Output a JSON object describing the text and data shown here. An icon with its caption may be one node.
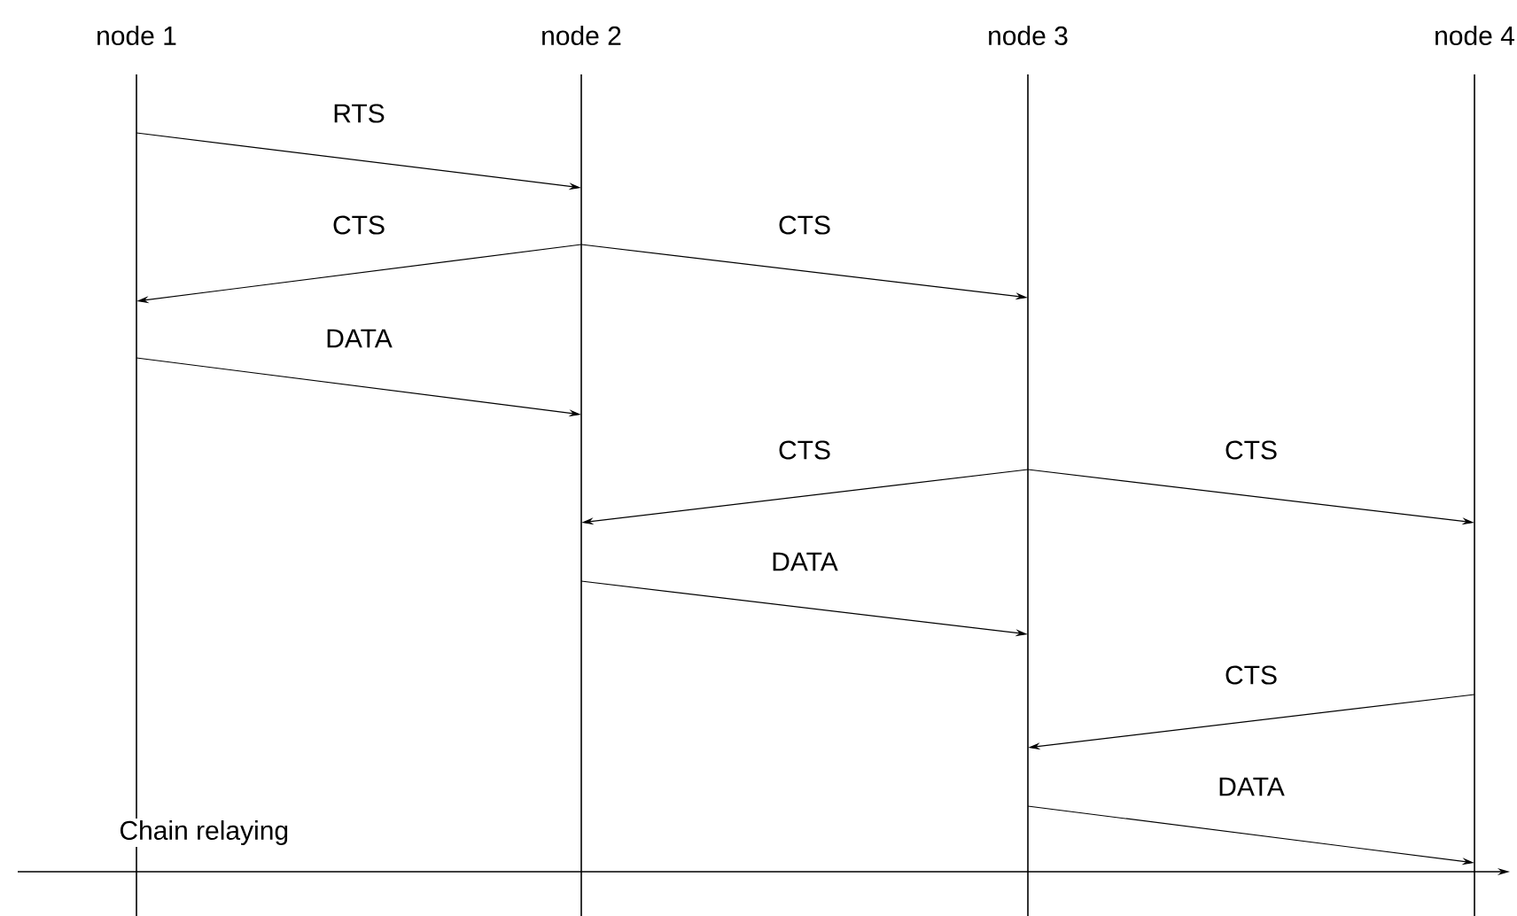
{
  "diagram": {
    "nodes": [
      {
        "text": [
          "node 1"
        ]
      },
      {
        "text": [
          "node 2"
        ]
      },
      {
        "text": [
          "node 3"
        ]
      },
      {
        "text": [
          "node 4"
        ]
      }
    ],
    "edges": [
      {
        "from": 0,
        "to": 1,
        "arrow": "to",
        "label": "RTS"
      },
      {
        "from": 1,
        "to": 0,
        "arrow": "to",
        "label": "CTS"
      },
      {
        "from": 1,
        "to": 2,
        "arrow": "to",
        "label": "CTS"
      },
      {
        "from": 0,
        "to": 1,
        "arrow": "to",
        "label": "DATA"
      },
      {
        "from": 2,
        "to": 1,
        "arrow": "to",
        "label": "CTS"
      },
      {
        "from": 2,
        "to": 3,
        "arrow": "to",
        "label": "CTS"
      },
      {
        "from": 1,
        "to": 2,
        "arrow": "to",
        "label": "DATA"
      },
      {
        "from": 3,
        "to": 2,
        "arrow": "to",
        "label": "CTS"
      },
      {
        "from": 2,
        "to": 3,
        "arrow": "to",
        "label": "DATA"
      }
    ],
    "labels": [
      "Chain relaying"
    ]
  }
}
